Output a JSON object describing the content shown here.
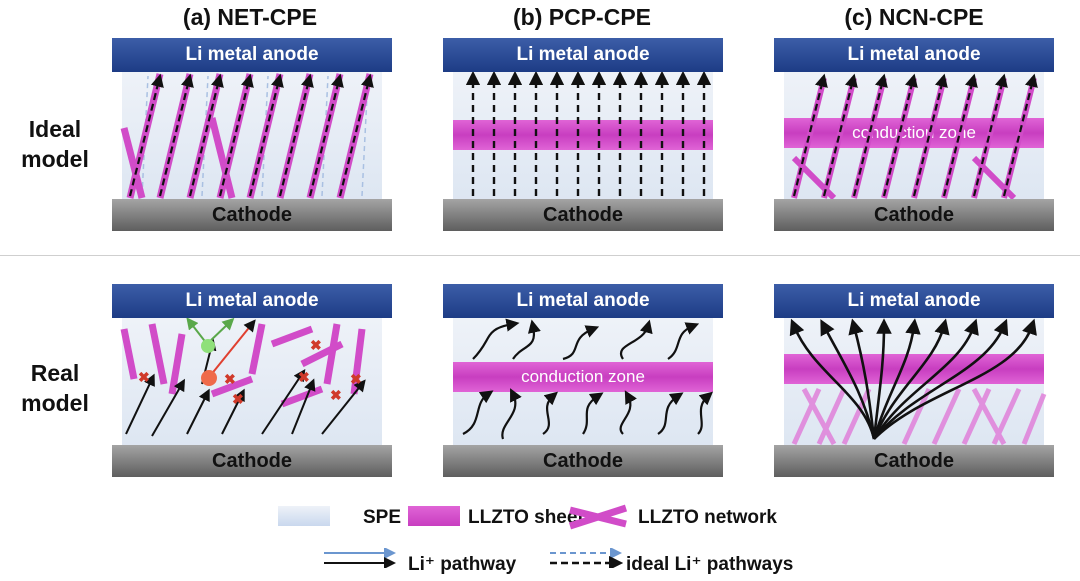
{
  "columns": [
    {
      "id": "a",
      "title": "(a) NET-CPE"
    },
    {
      "id": "b",
      "title": "(b) PCP-CPE"
    },
    {
      "id": "c",
      "title": "(c) NCN-CPE"
    }
  ],
  "rows": [
    {
      "id": "ideal",
      "label_line1": "Ideal",
      "label_line2": "model"
    },
    {
      "id": "real",
      "label_line1": "Real",
      "label_line2": "model"
    }
  ],
  "panel_labels": {
    "anode": "Li metal anode",
    "cathode": "Cathode",
    "conduction_zone": "conduction zone"
  },
  "legend": {
    "spe": "SPE",
    "llzto_sheet": "LLZTO sheet",
    "llzto_network": "LLZTO network",
    "li_pathway": "Li⁺ pathway",
    "ideal_li_pathways": "ideal Li⁺ pathways"
  },
  "colors": {
    "anode": "#2a4a96",
    "cathode": "#7a7a7a",
    "llzto": "#d14cc8",
    "spe": "#c9d8ee",
    "pathway": "#111111",
    "blocked_marker": "#d03a2a"
  }
}
